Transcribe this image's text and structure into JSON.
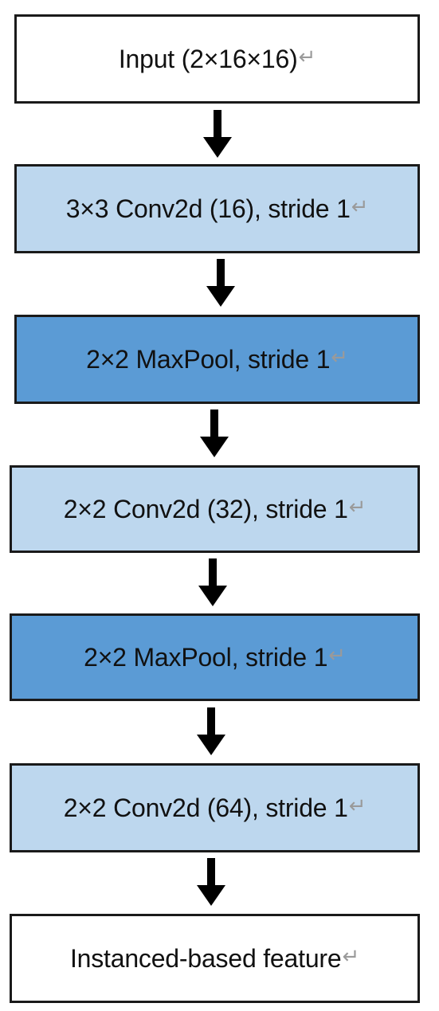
{
  "diagram": {
    "return_mark": "↵",
    "steps": [
      {
        "label": "Input (2×16×16)",
        "fill": "#ffffff"
      },
      {
        "label": "3×3 Conv2d (16), stride 1",
        "fill": "#bdd7ee"
      },
      {
        "label": "2×2 MaxPool, stride 1",
        "fill": "#5b9bd5"
      },
      {
        "label": "2×2 Conv2d (32), stride 1",
        "fill": "#bdd7ee"
      },
      {
        "label": "2×2 MaxPool, stride 1",
        "fill": "#5b9bd5"
      },
      {
        "label": "2×2 Conv2d (64), stride 1",
        "fill": "#bdd7ee"
      },
      {
        "label": "Instanced-based feature",
        "fill": "#ffffff"
      }
    ]
  }
}
